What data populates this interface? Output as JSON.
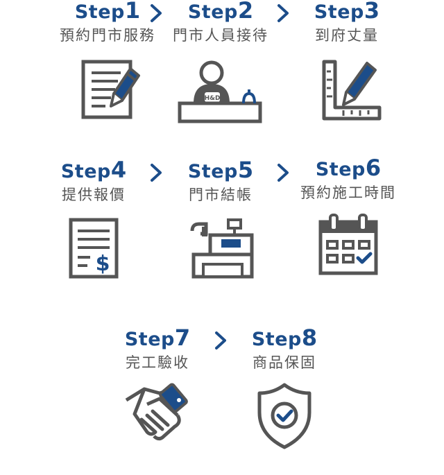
{
  "step_word": "Step",
  "colors": {
    "brand_blue": "#1c4d8a",
    "icon_gray": "#555555",
    "label_gray": "#555555"
  },
  "steps": [
    {
      "number": "1",
      "label": "預約門市服務",
      "icon": "document-pen-icon"
    },
    {
      "number": "2",
      "label": "門市人員接待",
      "icon": "reception-staff-icon",
      "badge": "H&D"
    },
    {
      "number": "3",
      "label": "到府丈量",
      "icon": "ruler-pencil-icon"
    },
    {
      "number": "4",
      "label": "提供報價",
      "icon": "quotation-invoice-icon",
      "symbol": "$"
    },
    {
      "number": "5",
      "label": "門市結帳",
      "icon": "cash-register-icon"
    },
    {
      "number": "6",
      "label": "預約施工時間",
      "icon": "calendar-check-icon"
    },
    {
      "number": "7",
      "label": "完工驗收",
      "icon": "handshake-icon"
    },
    {
      "number": "8",
      "label": "商品保固",
      "icon": "shield-check-icon"
    }
  ]
}
